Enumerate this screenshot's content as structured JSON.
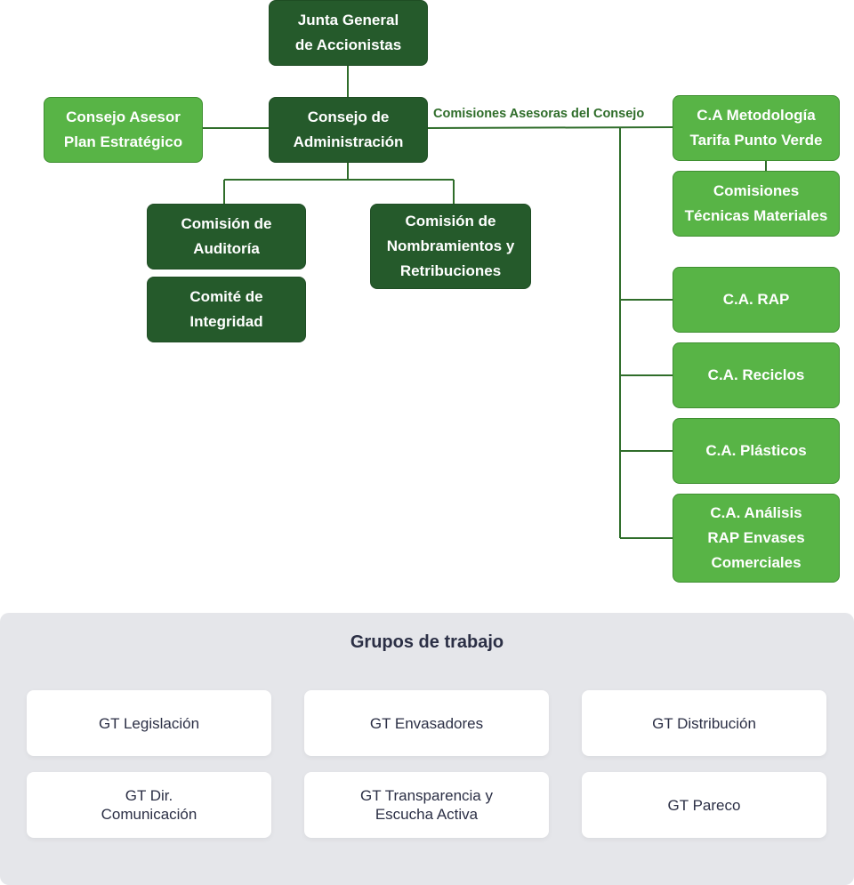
{
  "org_chart": {
    "junta_general": "Junta General\nde Accionistas",
    "consejo_administracion": "Consejo de\nAdministración",
    "consejo_asesor": "Consejo Asesor\nPlan Estratégico",
    "comision_auditoria": "Comisión de\nAuditoría",
    "comite_integridad": "Comité de\nIntegridad",
    "comision_nombramientos": "Comisión de\nNombramientos y\nRetribuciones",
    "comisiones_label": "Comisiones Asesoras del Consejo",
    "ca_metodologia": "C.A Metodología\nTarifa Punto Verde",
    "comisiones_tecnicas": "Comisiones\nTécnicas Materiales",
    "ca_rap": "C.A. RAP",
    "ca_reciclos": "C.A. Reciclos",
    "ca_plasticos": "C.A. Plásticos",
    "ca_analisis": "C.A. Análisis\nRAP Envases\nComerciales"
  },
  "groups": {
    "title": "Grupos de trabajo",
    "items": [
      "GT Legislación",
      "GT Envasadores",
      "GT Distribución",
      "GT Dir.\nComunicación",
      "GT Transparencia y\nEscucha Activa",
      "GT Pareco"
    ]
  },
  "colors": {
    "dark_green": "#255a2b",
    "light_green": "#58b446",
    "connector": "#2f6d2a",
    "panel_bg": "#e5e6ea",
    "text_dark": "#2b2f45"
  }
}
